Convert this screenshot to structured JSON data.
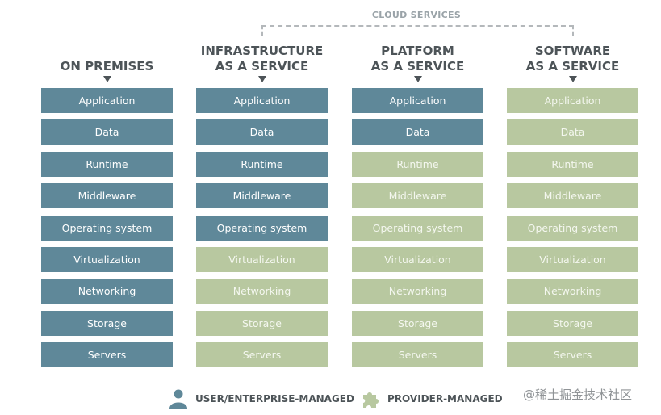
{
  "cloud_services_label": "CLOUD SERVICES",
  "columns": [
    {
      "title_lines": [
        "ON PREMISES"
      ],
      "layers": [
        {
          "label": "Application",
          "managed": "user"
        },
        {
          "label": "Data",
          "managed": "user"
        },
        {
          "label": "Runtime",
          "managed": "user"
        },
        {
          "label": "Middleware",
          "managed": "user"
        },
        {
          "label": "Operating system",
          "managed": "user"
        },
        {
          "label": "Virtualization",
          "managed": "user"
        },
        {
          "label": "Networking",
          "managed": "user"
        },
        {
          "label": "Storage",
          "managed": "user"
        },
        {
          "label": "Servers",
          "managed": "user"
        }
      ]
    },
    {
      "title_lines": [
        "INFRASTRUCTURE",
        "AS A SERVICE"
      ],
      "layers": [
        {
          "label": "Application",
          "managed": "user"
        },
        {
          "label": "Data",
          "managed": "user"
        },
        {
          "label": "Runtime",
          "managed": "user"
        },
        {
          "label": "Middleware",
          "managed": "user"
        },
        {
          "label": "Operating system",
          "managed": "user"
        },
        {
          "label": "Virtualization",
          "managed": "provider"
        },
        {
          "label": "Networking",
          "managed": "provider"
        },
        {
          "label": "Storage",
          "managed": "provider"
        },
        {
          "label": "Servers",
          "managed": "provider"
        }
      ]
    },
    {
      "title_lines": [
        "PLATFORM",
        "AS A SERVICE"
      ],
      "layers": [
        {
          "label": "Application",
          "managed": "user"
        },
        {
          "label": "Data",
          "managed": "user"
        },
        {
          "label": "Runtime",
          "managed": "provider"
        },
        {
          "label": "Middleware",
          "managed": "provider"
        },
        {
          "label": "Operating system",
          "managed": "provider"
        },
        {
          "label": "Virtualization",
          "managed": "provider"
        },
        {
          "label": "Networking",
          "managed": "provider"
        },
        {
          "label": "Storage",
          "managed": "provider"
        },
        {
          "label": "Servers",
          "managed": "provider"
        }
      ]
    },
    {
      "title_lines": [
        "SOFTWARE",
        "AS A SERVICE"
      ],
      "layers": [
        {
          "label": "Application",
          "managed": "provider"
        },
        {
          "label": "Data",
          "managed": "provider"
        },
        {
          "label": "Runtime",
          "managed": "provider"
        },
        {
          "label": "Middleware",
          "managed": "provider"
        },
        {
          "label": "Operating system",
          "managed": "provider"
        },
        {
          "label": "Virtualization",
          "managed": "provider"
        },
        {
          "label": "Networking",
          "managed": "provider"
        },
        {
          "label": "Storage",
          "managed": "provider"
        },
        {
          "label": "Servers",
          "managed": "provider"
        }
      ]
    }
  ],
  "legend": {
    "user_label": "USER/ENTERPRISE-MANAGED",
    "user_icon": "person-icon",
    "provider_label": "PROVIDER-MANAGED",
    "provider_icon": "puzzle-piece-icon"
  },
  "watermark": "@稀土掘金技术社区",
  "colors": {
    "user_managed": "#5f8899",
    "provider_managed": "#b8c8a0",
    "title_text": "#4d5458",
    "bracket": "#b4b8bb"
  }
}
